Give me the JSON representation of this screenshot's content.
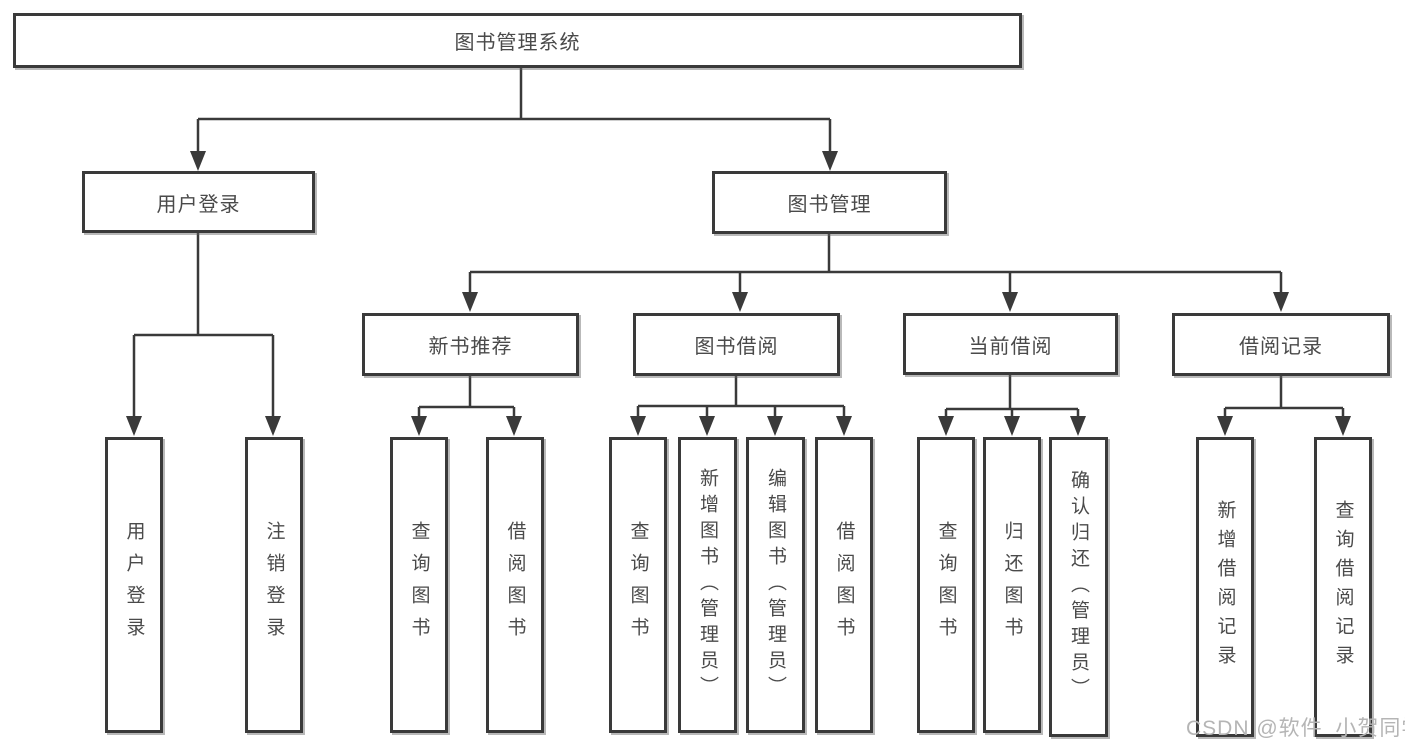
{
  "colors": {
    "line": "#3a3a3a",
    "text": "#4a4a4a",
    "box_background": "#ffffff",
    "watermark": "#b5b5b5"
  },
  "watermark": "CSDN @软件_小贺同学",
  "diagram": {
    "root": {
      "label": "图书管理系统"
    },
    "level2": [
      {
        "label": "用户登录",
        "children": [
          {
            "label": "用户登录"
          },
          {
            "label": "注销登录"
          }
        ]
      },
      {
        "label": "图书管理",
        "children": [
          {
            "label": "新书推荐",
            "children": [
              {
                "label": "查询图书"
              },
              {
                "label": "借阅图书"
              }
            ]
          },
          {
            "label": "图书借阅",
            "children": [
              {
                "label": "查询图书"
              },
              {
                "label": "新增图书（管理员）"
              },
              {
                "label": "编辑图书（管理员）"
              },
              {
                "label": "借阅图书"
              }
            ]
          },
          {
            "label": "当前借阅",
            "children": [
              {
                "label": "查询图书"
              },
              {
                "label": "归还图书"
              },
              {
                "label": "确认归还（管理员）"
              }
            ]
          },
          {
            "label": "借阅记录",
            "children": [
              {
                "label": "新增借阅记录"
              },
              {
                "label": "查询借阅记录"
              }
            ]
          }
        ]
      }
    ]
  }
}
